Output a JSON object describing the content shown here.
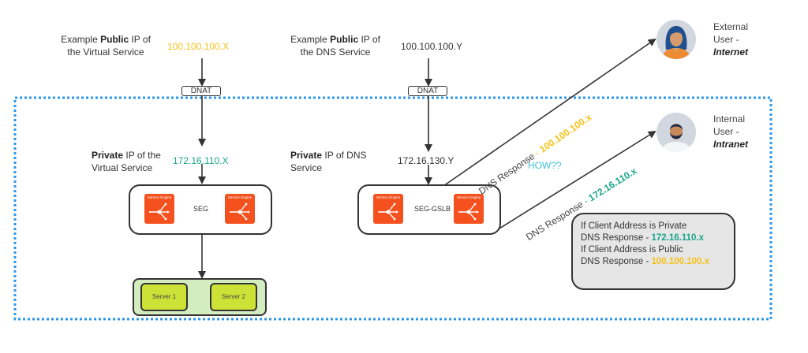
{
  "colors": {
    "public_ip": "#f5c118",
    "private_ip": "#1aa68a",
    "question": "#3fc3d8",
    "boundary": "#2b97ea",
    "service_engine": "#f4511e",
    "server_fill": "#cde236",
    "server_group_fill": "#d3ecc0",
    "note_fill": "#e6e6e6"
  },
  "virtual_service": {
    "public_label_pre": "Example ",
    "public_label_bold": "Public",
    "public_label_post": " IP of",
    "public_label_line2": "the Virtual Service",
    "public_ip": "100.100.100.X",
    "dnat": "DNAT",
    "private_label_bold": "Private",
    "private_label_post": " IP of the",
    "private_label_line2": "Virtual Service",
    "private_ip": "172.16.110.X",
    "seg_name": "SEG",
    "service_engine_label": "Service Engine",
    "servers": [
      "Server 1",
      "Server 2"
    ]
  },
  "dns_service": {
    "public_label_pre": "Example ",
    "public_label_bold": "Public",
    "public_label_post": " IP of",
    "public_label_line2": "the DNS Service",
    "public_ip": "100.100.100.Y",
    "dnat": "DNAT",
    "private_label_bold": "Private",
    "private_label_post": " IP of DNS",
    "private_label_line2": "Service",
    "private_ip": "172.16.130.Y",
    "seg_name": "SEG-GSLB",
    "service_engine_label": "Service Engine"
  },
  "users": {
    "external": {
      "line1": "External",
      "line2": "User -",
      "line3": "Internet"
    },
    "internal": {
      "line1": "Internal",
      "line2": "User -",
      "line3": "Intranet"
    }
  },
  "responses": {
    "public": {
      "prefix": "DNS Response",
      "sep": " - ",
      "ip": "100.100.100.x"
    },
    "private": {
      "prefix": "DNS Response",
      "sep": " - ",
      "ip": "172.16.110.x"
    },
    "question": "HOW??"
  },
  "note": {
    "line1": "If Client Address is Private",
    "line2_prefix": "DNS Response - ",
    "line2_ip": "172.16.110.x",
    "line3": "If Client Address is Public",
    "line4_prefix": "DNS Response - ",
    "line4_ip": "100.100.100.x"
  }
}
